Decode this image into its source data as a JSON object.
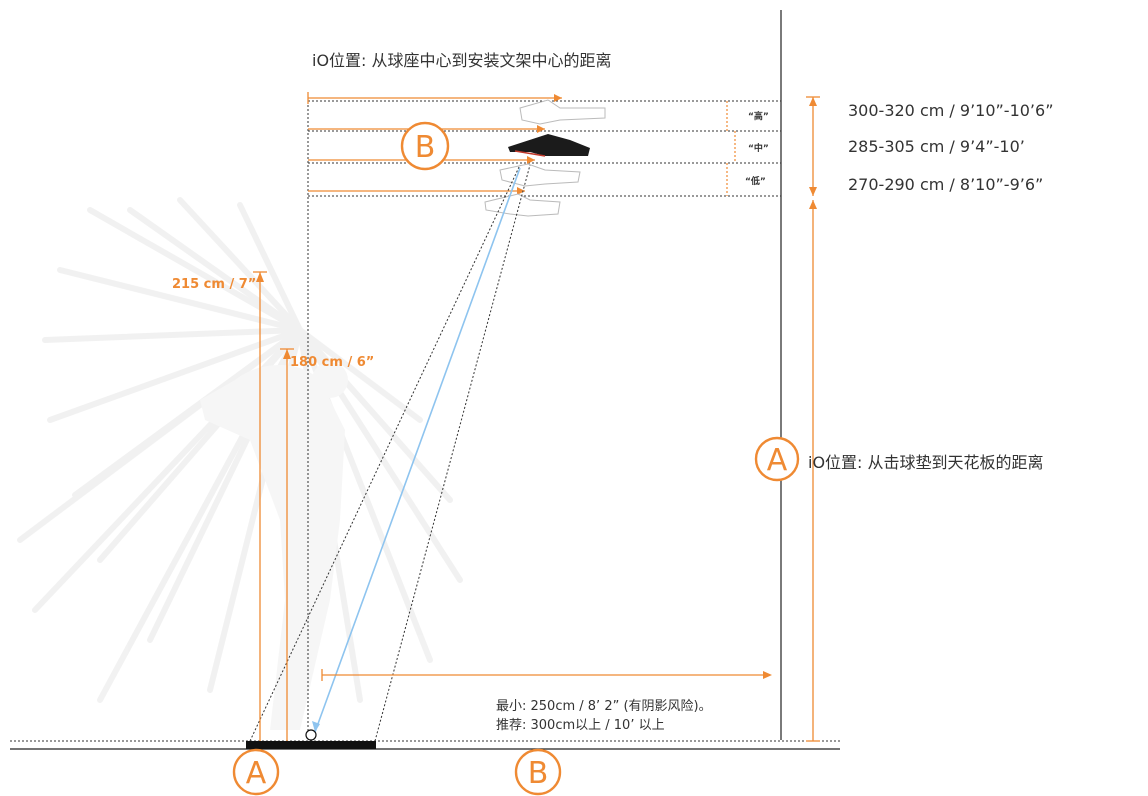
{
  "labels": {
    "title_b": "iO位置: 从球座中心到安装文架中心的距离",
    "title_a": "iO位置: 从击球垫到天花板的距离",
    "range_high": "300-320 cm / 9’10”-10’6”",
    "range_mid": "285-305 cm / 9’4”-10’",
    "range_low": "270-290 cm / 8’10”-9’6”",
    "tag_high": "“高”",
    "tag_mid": "“中”",
    "tag_low": "“低”",
    "height_215": "215 cm / 7”",
    "height_180": "180 cm / 6”",
    "min_distance": "最小: 250cm / 8’ 2” (有阴影风险)。",
    "recommended_distance": "推荐: 300cm以上 / 10’ 以上"
  },
  "badges": {
    "a": "A",
    "b": "B"
  },
  "colors": {
    "accent": "#ef8a33",
    "line": "#333333",
    "ray": "#8ec4ef",
    "mat": "#111111"
  }
}
